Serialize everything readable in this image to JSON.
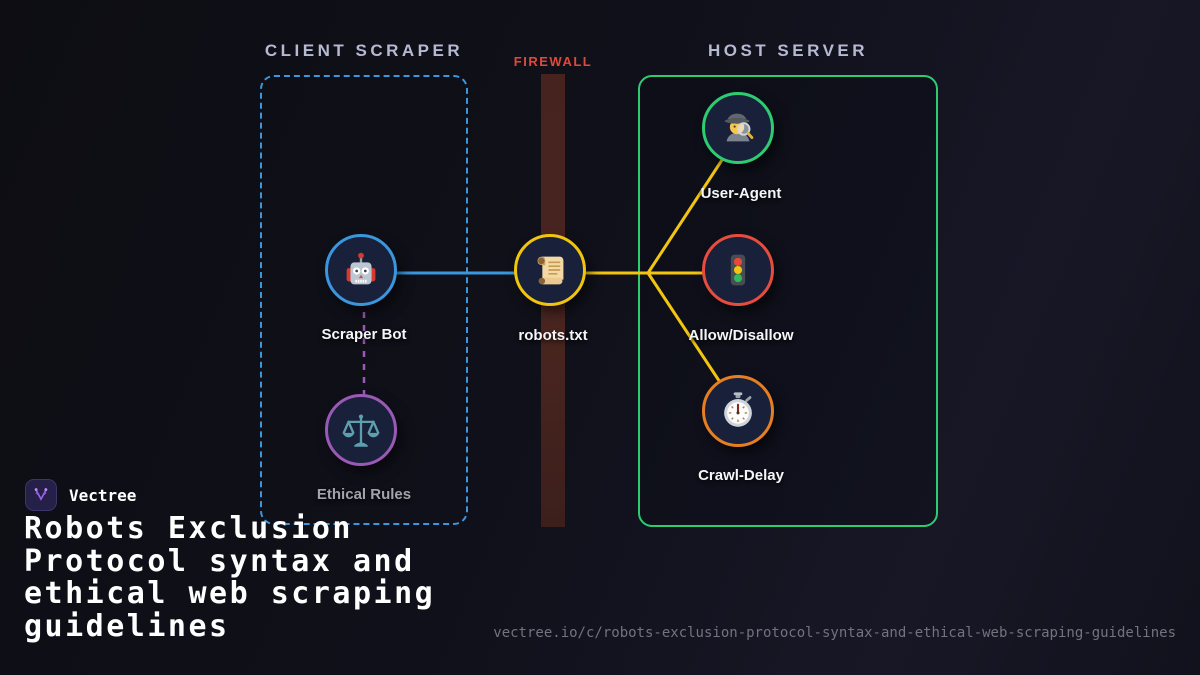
{
  "headers": {
    "client": "CLIENT SCRAPER",
    "host": "HOST SERVER",
    "firewall": "FIREWALL"
  },
  "nodes": {
    "scraper_bot": {
      "label": "Scraper Bot",
      "icon": "robot-icon",
      "border_color": "#3a96dd"
    },
    "ethical_rules": {
      "label": "Ethical Rules",
      "icon": "balance-scale-icon",
      "border_color": "#9b59b6"
    },
    "robots_txt": {
      "label": "robots.txt",
      "icon": "scroll-icon",
      "border_color": "#f1c40f"
    },
    "user_agent": {
      "label": "User-Agent",
      "icon": "detective-icon",
      "border_color": "#2ecc71"
    },
    "allow_disallow": {
      "label": "Allow/Disallow",
      "icon": "traffic-light-icon",
      "border_color": "#e74c3c"
    },
    "crawl_delay": {
      "label": "Crawl-Delay",
      "icon": "stopwatch-icon",
      "border_color": "#e67e22"
    }
  },
  "connectors": {
    "bot_to_robots_color": "#3a96dd",
    "robots_to_host_color": "#f2c511",
    "bot_to_ethics_color": "#9b59b6",
    "firewall_bar_color": "#46231f",
    "client_box_color": "#3b97dd",
    "host_box_color": "#2ecc71"
  },
  "branding": {
    "name": "Vectree",
    "logo": "vectree-logo-icon",
    "title": "Robots Exclusion\nProtocol syntax and\nethical web scraping\nguidelines",
    "url": "vectree.io/c/robots-exclusion-protocol-syntax-and-ethical-web-scraping-guidelines"
  }
}
